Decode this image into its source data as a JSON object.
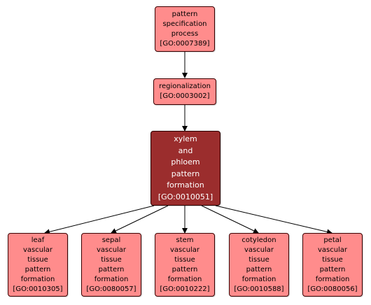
{
  "colors": {
    "node_fill": "#ff8c8c",
    "highlight_fill": "#9b2d2d",
    "edge": "#000000"
  },
  "nodes": {
    "pattern_spec": {
      "lines": [
        "pattern",
        "specification",
        "process",
        "[GO:0007389]"
      ]
    },
    "regionalization": {
      "lines": [
        "regionalization",
        "[GO:0003002]"
      ]
    },
    "xylem_phloem": {
      "lines": [
        "xylem",
        "and",
        "phloem",
        "pattern",
        "formation",
        "[GO:0010051]"
      ]
    },
    "leaf": {
      "lines": [
        "leaf",
        "vascular",
        "tissue",
        "pattern",
        "formation",
        "[GO:0010305]"
      ]
    },
    "sepal": {
      "lines": [
        "sepal",
        "vascular",
        "tissue",
        "pattern",
        "formation",
        "[GO:0080057]"
      ]
    },
    "stem": {
      "lines": [
        "stem",
        "vascular",
        "tissue",
        "pattern",
        "formation",
        "[GO:0010222]"
      ]
    },
    "cotyledon": {
      "lines": [
        "cotyledon",
        "vascular",
        "tissue",
        "pattern",
        "formation",
        "[GO:0010588]"
      ]
    },
    "petal": {
      "lines": [
        "petal",
        "vascular",
        "tissue",
        "pattern",
        "formation",
        "[GO:0080056]"
      ]
    }
  }
}
